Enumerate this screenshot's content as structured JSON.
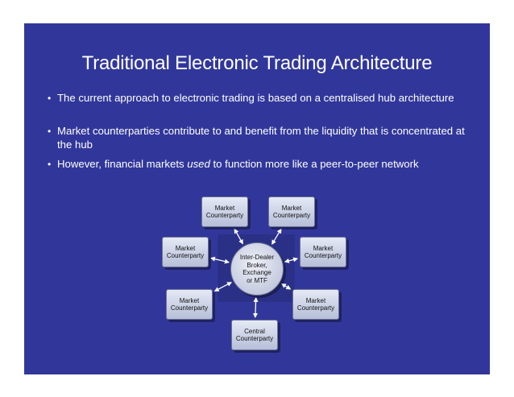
{
  "title": "Traditional Electronic Trading Architecture",
  "bullets": [
    {
      "text": "The current approach to electronic trading is based on a centralised hub architecture"
    },
    {
      "text": "Market counterparties contribute to and benefit from the liquidity that is concentrated at the hub"
    },
    {
      "before": "However, financial markets ",
      "emphasis": "used",
      "after": " to function more like a peer-to-peer network"
    }
  ],
  "bullet_symbol": "•",
  "diagram": {
    "hub": {
      "lines": [
        "Inter-Dealer",
        "Broker,",
        "Exchange",
        "or MTF"
      ]
    },
    "nodes": [
      {
        "id": "top-left",
        "lines": [
          "Market",
          "Counterparty"
        ]
      },
      {
        "id": "top-right",
        "lines": [
          "Market",
          "Counterparty"
        ]
      },
      {
        "id": "mid-left",
        "lines": [
          "Market",
          "Counterparty"
        ]
      },
      {
        "id": "mid-right",
        "lines": [
          "Market",
          "Counterparty"
        ]
      },
      {
        "id": "low-left",
        "lines": [
          "Market",
          "Counterparty"
        ]
      },
      {
        "id": "low-right",
        "lines": [
          "Market",
          "Counterparty"
        ]
      },
      {
        "id": "bottom",
        "lines": [
          "Central",
          "Counterparty"
        ]
      }
    ]
  },
  "colors": {
    "slide_background": "#31379a",
    "text": "#ffffff",
    "box_fill": "#cfd5e8",
    "arrow": "#ffffff"
  }
}
